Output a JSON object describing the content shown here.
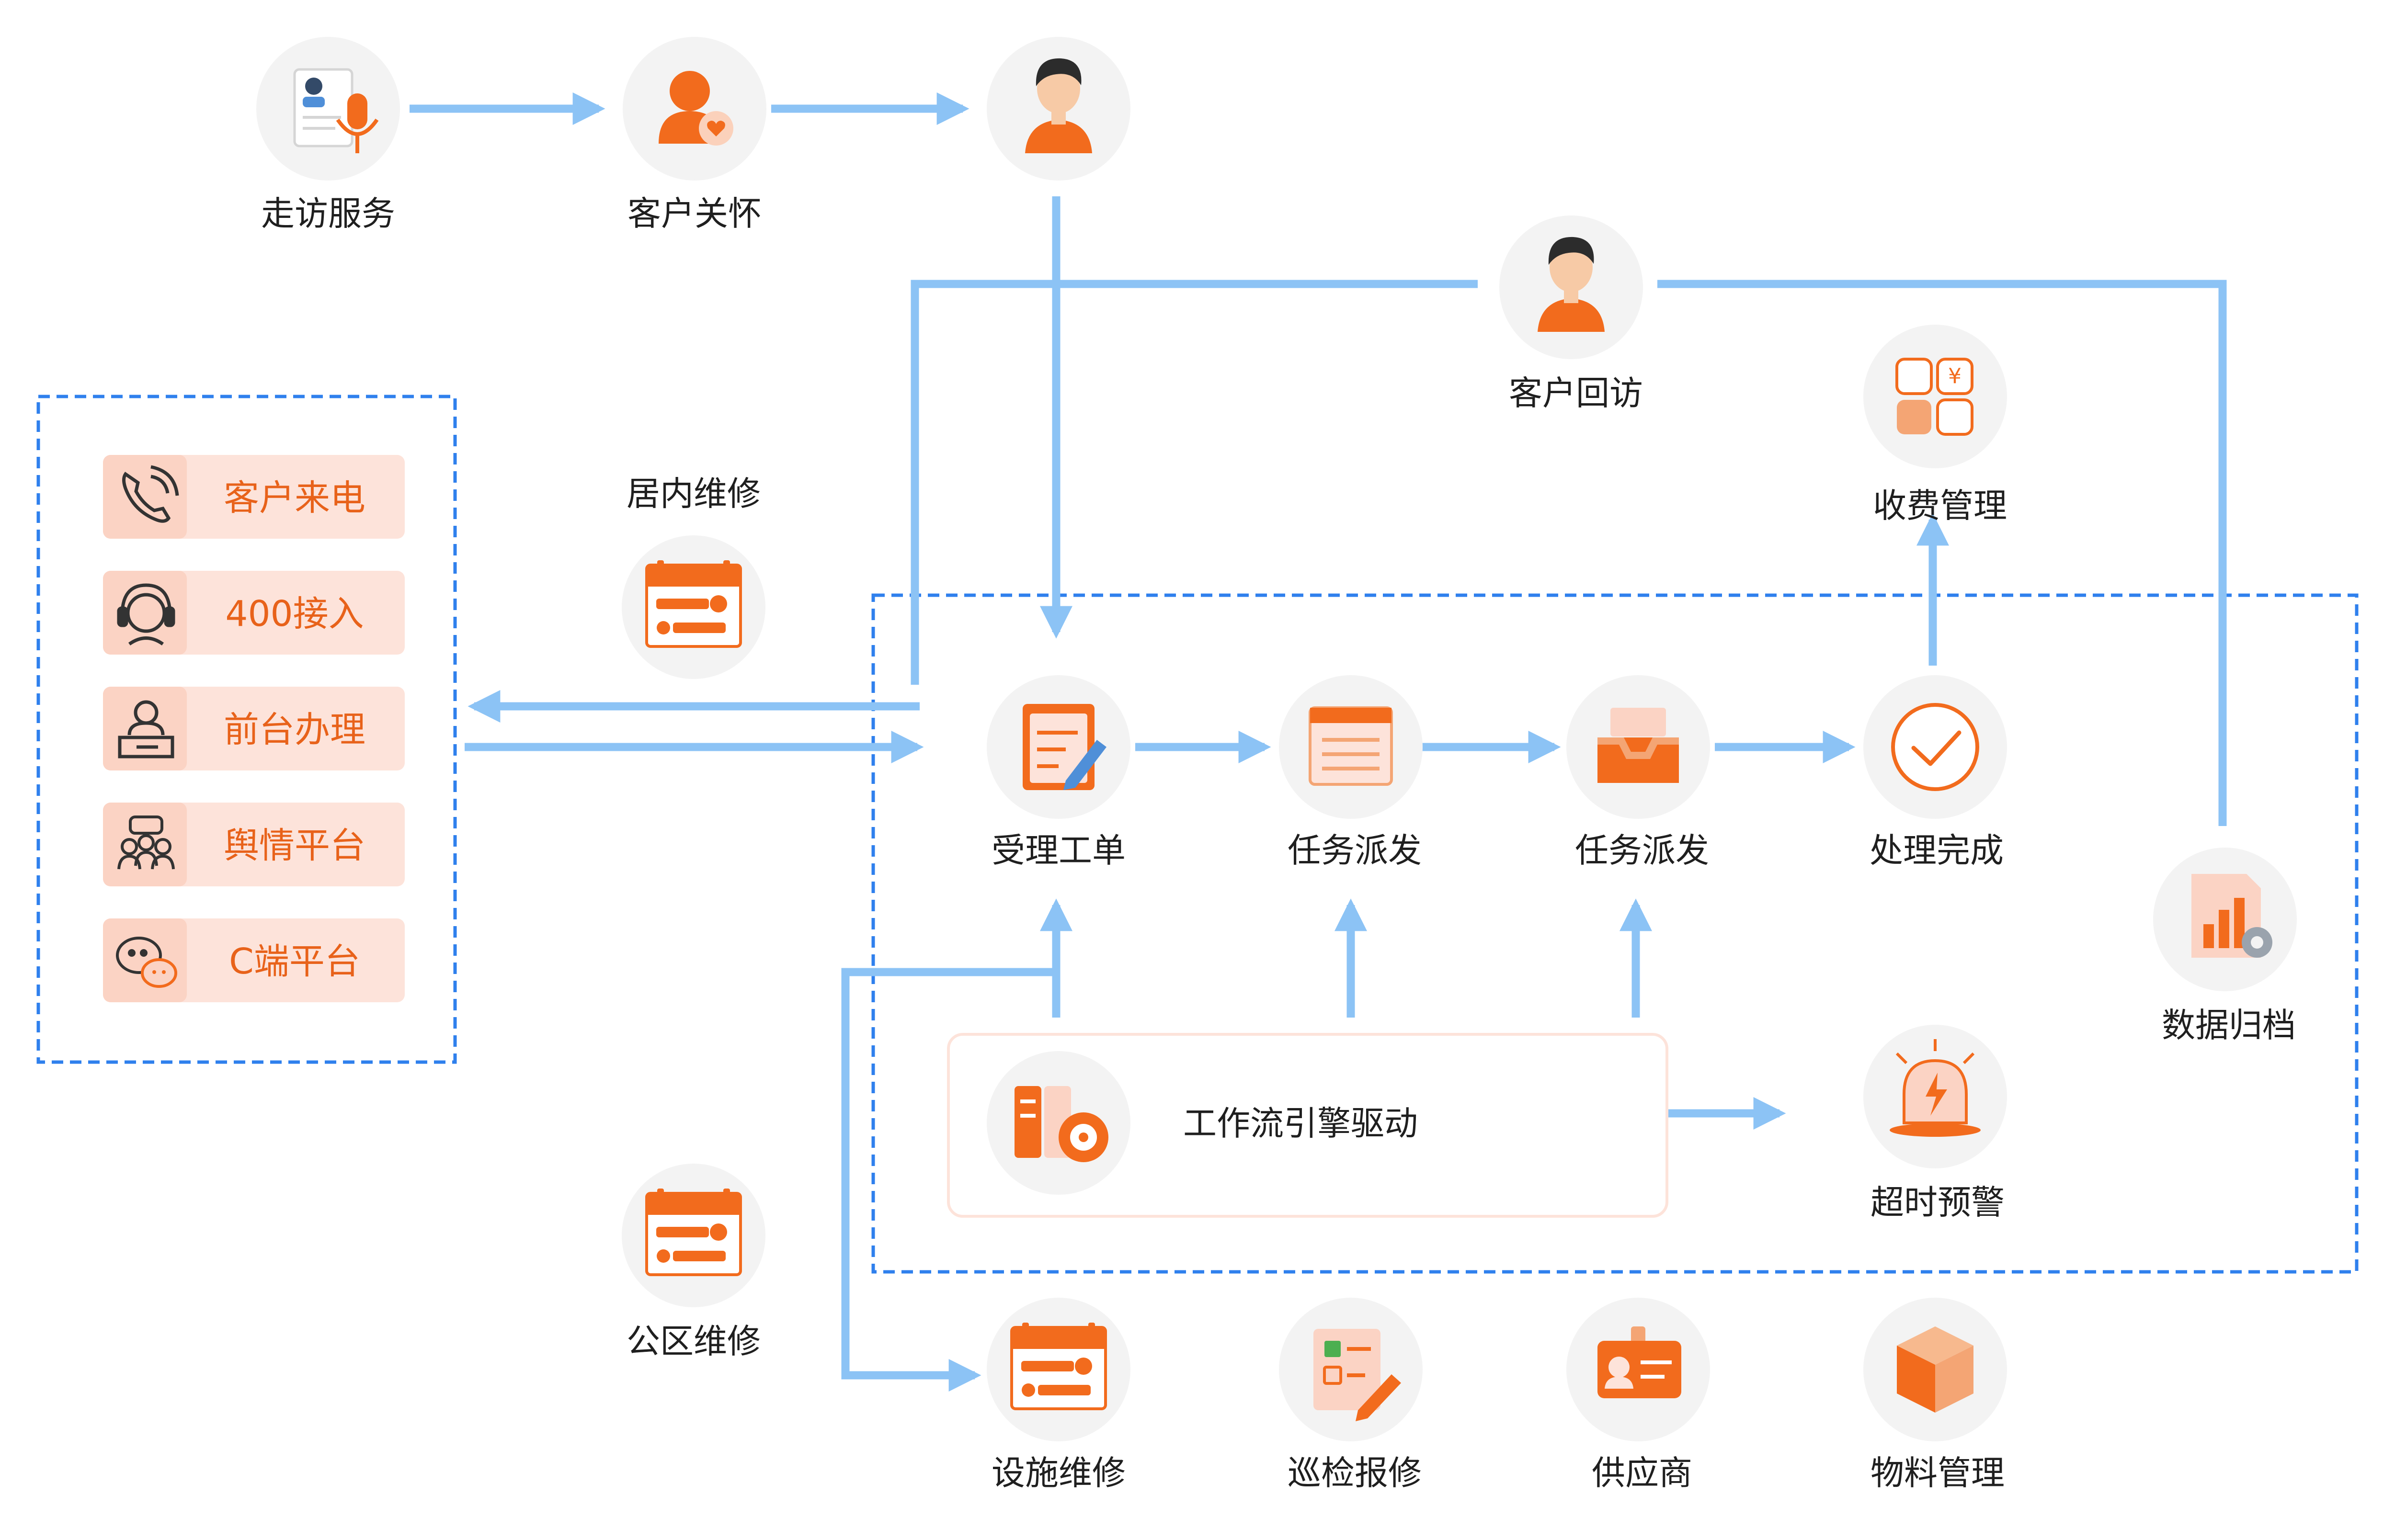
{
  "colors": {
    "arrow": "#8cc3f5",
    "dashed_border": "#2f80ed",
    "accent": "#f26b1d",
    "circle_bg": "#f3f3f3",
    "channel_bg": "#fde3da",
    "text": "#1f1f1f"
  },
  "top_flow": {
    "visit_service": "走访服务",
    "customer_care": "客户关怀"
  },
  "revisit": {
    "label": "客户回访"
  },
  "billing": {
    "label": "收费管理"
  },
  "indoor_repair": {
    "label": "居内维修"
  },
  "public_repair": {
    "label": "公区维修"
  },
  "channels": [
    {
      "label": "客户来电",
      "icon": "phone-icon"
    },
    {
      "label": "400接入",
      "icon": "headset-icon"
    },
    {
      "label": "前台办理",
      "icon": "front-desk-icon"
    },
    {
      "label": "舆情平台",
      "icon": "community-icon"
    },
    {
      "label": "C端平台",
      "icon": "chat-icon"
    }
  ],
  "process": {
    "accept": "受理工单",
    "dispatch_1": "任务派发",
    "dispatch_2": "任务派发",
    "complete": "处理完成",
    "archive": "数据归档"
  },
  "engine": {
    "label": "工作流引擎驱动"
  },
  "timeout": {
    "label": "超时预警"
  },
  "bottom_row": {
    "facility_repair": "设施维修",
    "inspection": "巡检报修",
    "supplier": "供应商",
    "materials": "物料管理"
  }
}
